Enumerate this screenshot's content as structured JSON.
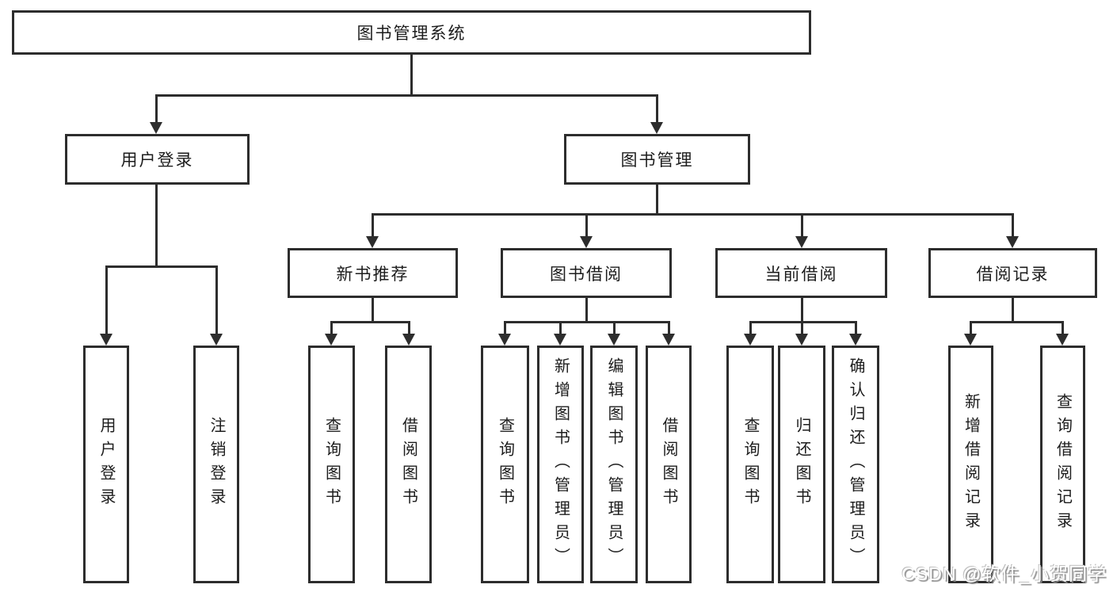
{
  "diagram_title": "图书管理系统",
  "tree": {
    "root": {
      "label": "图书管理系统",
      "children": [
        {
          "label": "用户登录",
          "children": [
            {
              "label": "用户登录"
            },
            {
              "label": "注销登录"
            }
          ]
        },
        {
          "label": "图书管理",
          "children": [
            {
              "label": "新书推荐",
              "children": [
                {
                  "label": "查询图书"
                },
                {
                  "label": "借阅图书"
                }
              ]
            },
            {
              "label": "图书借阅",
              "children": [
                {
                  "label": "查询图书"
                },
                {
                  "label": "新增图书（管理员）"
                },
                {
                  "label": "编辑图书（管理员）"
                },
                {
                  "label": "借阅图书"
                }
              ]
            },
            {
              "label": "当前借阅",
              "children": [
                {
                  "label": "查询图书"
                },
                {
                  "label": "归还图书"
                },
                {
                  "label": "确认归还（管理员）"
                }
              ]
            },
            {
              "label": "借阅记录",
              "children": [
                {
                  "label": "新增借阅记录"
                },
                {
                  "label": "查询借阅记录"
                }
              ]
            }
          ]
        }
      ]
    }
  },
  "watermark": "CSDN @软件_小贺同学",
  "colors": {
    "line": "#2d2d2d",
    "box_background": "#ffffff",
    "text": "#1c1c1c",
    "watermark_shadow": "#8d8d8d"
  }
}
